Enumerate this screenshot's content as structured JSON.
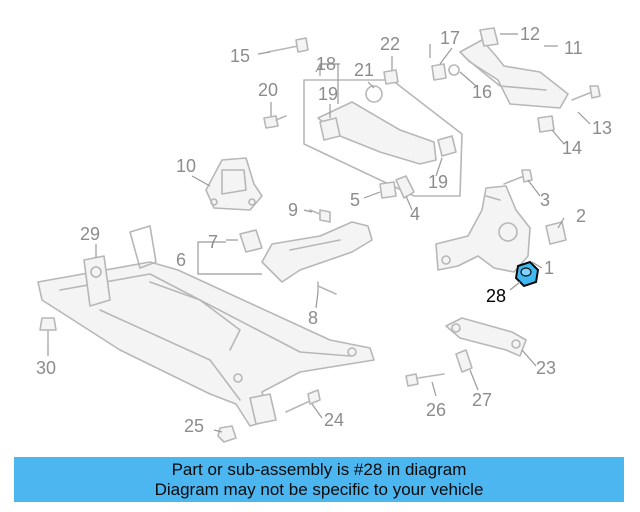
{
  "diagram": {
    "callouts": [
      "1",
      "2",
      "3",
      "4",
      "5",
      "6",
      "7",
      "8",
      "9",
      "10",
      "11",
      "12",
      "13",
      "14",
      "15",
      "16",
      "17",
      "18",
      "19",
      "19",
      "20",
      "21",
      "22",
      "23",
      "24",
      "25",
      "26",
      "27",
      "28",
      "29",
      "30"
    ],
    "highlighted_part": "28"
  },
  "banner": {
    "line1": "Part or sub-assembly is #28 in diagram",
    "line2": "Diagram may not be specific to your vehicle",
    "color": "#4cb6f0"
  }
}
